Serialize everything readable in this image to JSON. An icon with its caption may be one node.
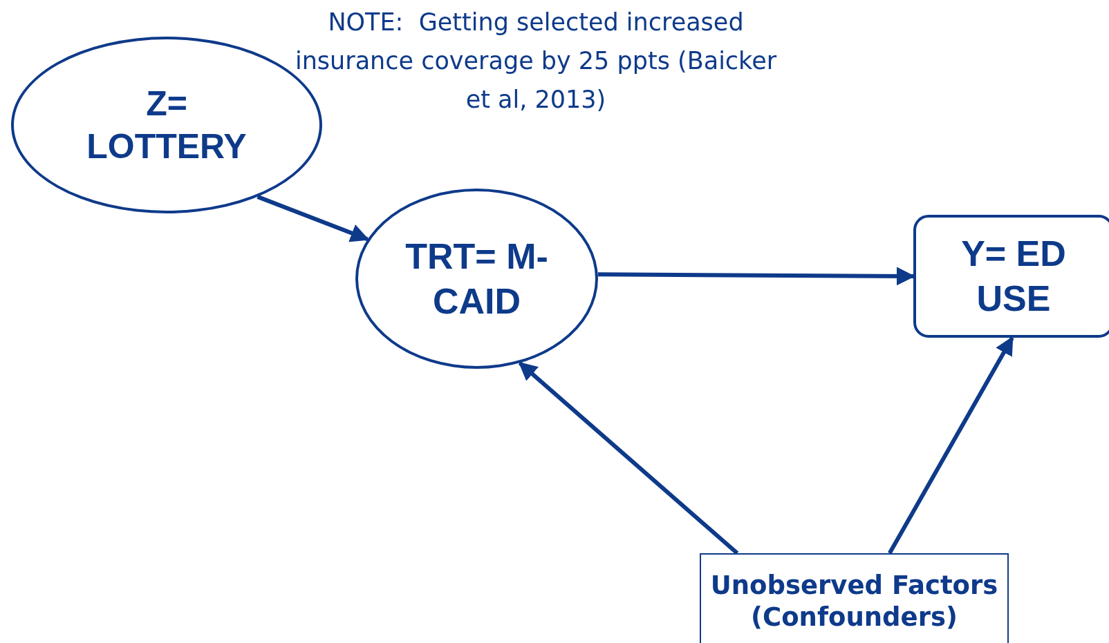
{
  "diagram": {
    "nodes": [
      {
        "text": [
          "Z= LOTTERY"
        ]
      },
      {
        "text": [
          "TRT= M-CAID"
        ]
      },
      {
        "text": [
          "Y= ED USE"
        ]
      },
      {
        "text": [
          "Unobserved Factors (Confounders)"
        ]
      }
    ],
    "edges": [
      {
        "from": 0,
        "to": 1,
        "arrow": "to"
      },
      {
        "from": 1,
        "to": 2,
        "arrow": "to"
      },
      {
        "from": 3,
        "to": 1,
        "arrow": "to"
      },
      {
        "from": 3,
        "to": 2,
        "arrow": "to"
      }
    ],
    "labels": [
      "NOTE:  Getting selected increased insurance coverage by 25 ppts (Baicker et al, 2013)"
    ]
  }
}
